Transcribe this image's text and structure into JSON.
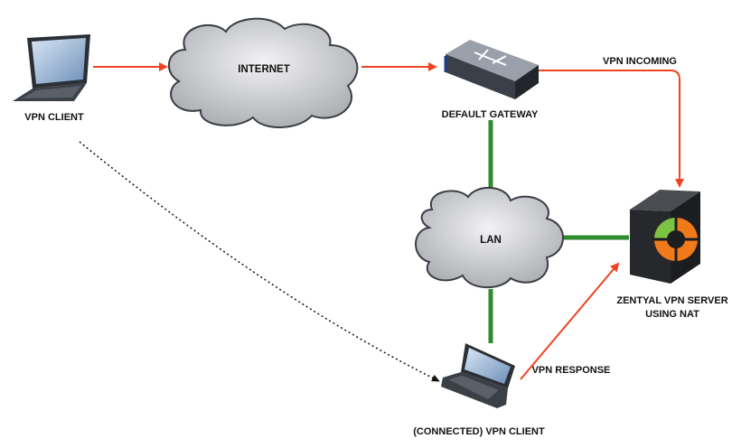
{
  "nodes": {
    "vpn_client": {
      "label": "VPN CLIENT",
      "icon": "laptop-icon"
    },
    "internet": {
      "label": "INTERNET",
      "icon": "cloud-icon"
    },
    "gateway": {
      "label": "DEFAULT GATEWAY",
      "icon": "network-switch-icon"
    },
    "lan": {
      "label": "LAN",
      "icon": "cloud-icon"
    },
    "server": {
      "label_line1": "ZENTYAL VPN SERVER",
      "label_line2": "USING NAT",
      "icon": "server-icon"
    },
    "connected_client": {
      "label": "(CONNECTED) VPN CLIENT",
      "icon": "laptop-icon"
    }
  },
  "edges": {
    "vpn_incoming": {
      "label": "VPN INCOMING"
    },
    "vpn_response": {
      "label": "VPN RESPONSE"
    }
  },
  "colors": {
    "arrow_red": "#ee4422",
    "lan_green": "#2e8b2e",
    "cloud_fill": "#cfd0d3",
    "server_orange": "#f07a1a",
    "server_green": "#7cc243"
  }
}
